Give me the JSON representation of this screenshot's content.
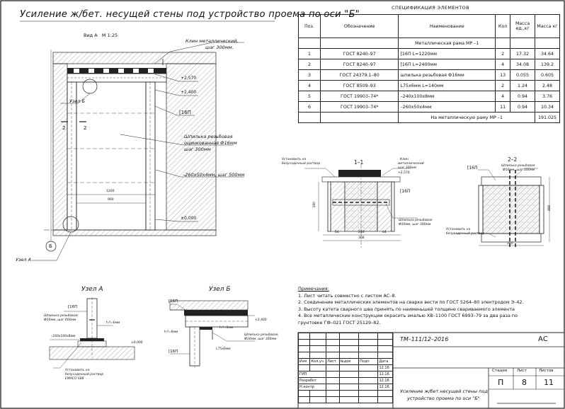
{
  "sheet_title": "Усиление ж/бет. несущей стены под устройство проема по оси \"Б\"",
  "view": {
    "label": "Вид А",
    "scale": "М 1:25"
  },
  "main_drawing": {
    "labels": {
      "wedge": "Клин металлический,",
      "wedge_step": "шаг 300мм.",
      "level1": "+2,570",
      "level2": "+2,400",
      "channel": "[16П",
      "node_b": "Узел Б",
      "stud1": "Шпилька резьбовая",
      "stud2": "оцинкованная Ф16мм",
      "stud3": "шаг 300мм",
      "strip": "–260x50x4мм, шаг 500мм",
      "level0": "±0,000",
      "axis": "Б",
      "node_a": "Узел А",
      "section_mark": "2",
      "dim_total": "1200",
      "dim_inner": "900"
    }
  },
  "spec": {
    "title": "СПЕЦИФИКАЦИЯ ЭЛЕМЕНТОВ",
    "headers": [
      "Поз.",
      "Обозначение",
      "Наименование",
      "Кол",
      "Масса ед.,кг",
      "Масса кг"
    ],
    "group_title": "Металлическая рама МР –1",
    "rows": [
      [
        "1",
        "ГОСТ 8240–97",
        "[16П  L=1220мм",
        "2",
        "17.32",
        "34.64"
      ],
      [
        "2",
        "ГОСТ 8240–97",
        "[16П  L=2400мм",
        "4",
        "34.08",
        "139.2"
      ],
      [
        "3",
        "ГОСТ 24379.1–80",
        "шпилька резьбовая Ф16мм",
        "13",
        "0.055",
        "0.605"
      ],
      [
        "4",
        "ГОСТ 8509–93",
        "L75x6мм  L=140мм",
        "2",
        "1.24",
        "2.48"
      ],
      [
        "5",
        "ГОСТ 19903–74*",
        "–240x100x8мм",
        "4",
        "0.94",
        "3.76"
      ],
      [
        "6",
        "ГОСТ 19903–74*",
        "–260x50x4мм",
        "11",
        "0.94",
        "10.34"
      ]
    ],
    "total_label": "На металлическую раму МР –1",
    "total_value": "191.025"
  },
  "section_1_1": {
    "title": "1–1",
    "labels": {
      "mount1": "Установить на",
      "mount2": "безусадочный раствор",
      "wedge1": "Клин",
      "wedge2": "металлический",
      "wedge3": "шаг 300мм",
      "level": "+2,570",
      "channel": "[16П",
      "stud1": "Шпилька резьбовая",
      "stud2": "Ф16мм, шаг 300мм",
      "dim_h": "160",
      "dim_a": "64",
      "dim_b": "240",
      "dim_c": "64",
      "dim_total": "368"
    }
  },
  "section_2_2": {
    "title": "2–2",
    "labels": {
      "channel": "[16П",
      "stud1": "Шпилька резьбовая",
      "stud2": "Ф16мм, шаг 300мм",
      "mount1": "Установить на",
      "mount2": "безусадочный раствор",
      "dim_v": "368",
      "dim_b": "240"
    }
  },
  "node_a": {
    "title": "Узел А",
    "labels": {
      "channel": "[16П",
      "stud1": "Шпилька резьбовая,",
      "stud2": "Ф16мм, шаг 600мм",
      "plate": "–240x100x8мм",
      "weld": "h f=6мм",
      "level": "±0,000",
      "mount1": "Установить на",
      "mount2": "безусадочный раствор",
      "mount3": "EMACO S88"
    }
  },
  "node_b": {
    "title": "Узел Б",
    "labels": {
      "channel_top": "[16П",
      "channel_bot": "[16П",
      "weld1": "h f=6мм",
      "weld2": "h f=6мм",
      "level": "+2,400",
      "stud1": "Шпилька резьбовая,",
      "stud2": "Ф16мм, шаг 300мм",
      "angle": "L75x6мм"
    }
  },
  "notes": {
    "title": "Примечания:",
    "items": [
      "1.  Лист читать совместно с листом АС–8.",
      "2.  Соединение металлических элементов на сварке вести по ГОСТ 5264–80 электродом Э–42.",
      "3.  Высоту катета сварного шва принять по наименьшей толщине свариваемого элемента",
      "4.  Все металлические конструкции окрасить эмалью ХВ–1100 ГОСТ 6993–79 за два раза по",
      "     грунтовке ГФ–021 ГОСТ 25129–82."
    ]
  },
  "stamp": {
    "code": "ТМ–111/12–2016",
    "mark": "АС",
    "columns": [
      "Изм",
      "Кол.уч",
      "Лист",
      "№док",
      "Подп",
      "Дата"
    ],
    "roles": [
      {
        "role": "ГИП",
        "date": "12.16"
      },
      {
        "role": "Разработ",
        "date": "12.16"
      },
      {
        "role": "Н.контр",
        "date": "12.16"
      }
    ],
    "extra_date": "12.16",
    "stage_label": "Стадия",
    "sheet_label": "Лист",
    "sheets_label": "Листов",
    "stage": "П",
    "sheet": "8",
    "sheets": "11",
    "caption1": "Усиление ж/бет.несущей стены под",
    "caption2": "устройство проема по оси \"Б\""
  }
}
